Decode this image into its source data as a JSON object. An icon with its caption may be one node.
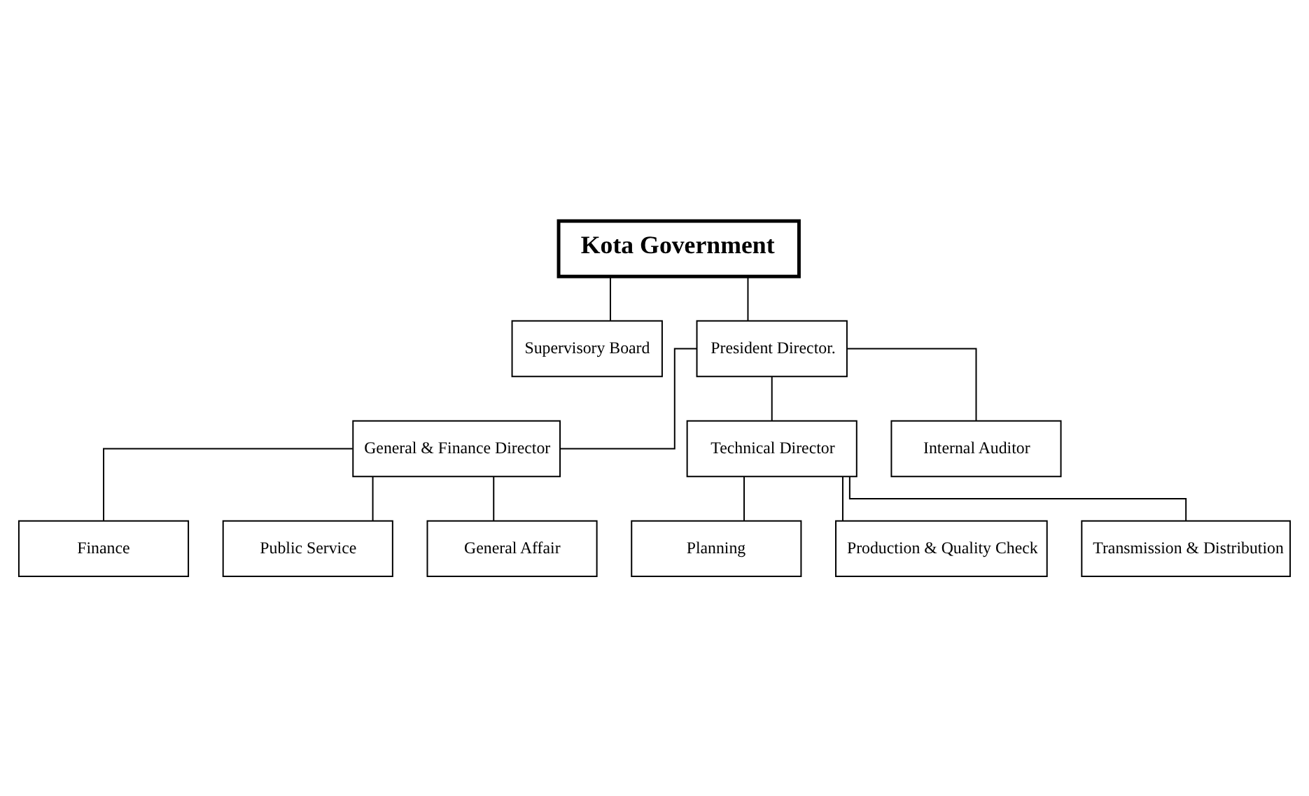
{
  "diagram": {
    "nodes": [
      {
        "text": [
          "Kota Government"
        ]
      },
      {
        "text": [
          "Supervisory Board"
        ]
      },
      {
        "text": [
          "President Director."
        ]
      },
      {
        "text": [
          "General & Finance Director"
        ]
      },
      {
        "text": [
          "Technical Director"
        ]
      },
      {
        "text": [
          "Internal Auditor"
        ]
      },
      {
        "text": [
          "Finance"
        ]
      },
      {
        "text": [
          "Public Service"
        ]
      },
      {
        "text": [
          "General Affair"
        ]
      },
      {
        "text": [
          "Planning"
        ]
      },
      {
        "text": [
          "Production & Quality Check"
        ]
      },
      {
        "text": [
          "Transmission & Distribution"
        ]
      }
    ],
    "edges": [
      {
        "from": 0,
        "to": 2,
        "arrow": "none"
      },
      {
        "from": 0,
        "to": 1,
        "arrow": "none"
      },
      {
        "from": 2,
        "to": 3,
        "arrow": "none"
      },
      {
        "from": 2,
        "to": 4,
        "arrow": "none"
      },
      {
        "from": 2,
        "to": 5,
        "arrow": "none"
      },
      {
        "from": 3,
        "to": 6,
        "arrow": "none"
      },
      {
        "from": 3,
        "to": 7,
        "arrow": "none"
      },
      {
        "from": 3,
        "to": 8,
        "arrow": "none"
      },
      {
        "from": 4,
        "to": 9,
        "arrow": "none"
      },
      {
        "from": 4,
        "to": 10,
        "arrow": "none"
      },
      {
        "from": 4,
        "to": 11,
        "arrow": "none"
      }
    ]
  }
}
